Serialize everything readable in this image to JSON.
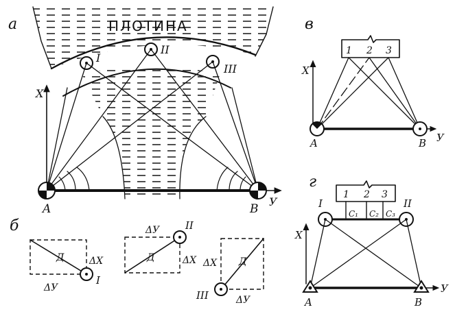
{
  "panel_a": {
    "letter": "а",
    "dam_label": "ПЛОТИНА",
    "stations": [
      "I",
      "II",
      "III"
    ],
    "point_a": "A",
    "point_b": "B",
    "axis_x": "X",
    "axis_y": "У"
  },
  "panel_b": {
    "letter": "б",
    "box1": {
      "dx": "ΔХ",
      "dy": "ΔУ",
      "d": "Д",
      "station": "I"
    },
    "box2": {
      "dx": "ΔХ",
      "dy": "ΔУ",
      "d": "Д",
      "station": "II"
    },
    "box3": {
      "dx": "ΔХ",
      "dy": "ΔУ",
      "d": "Д",
      "station": "III"
    }
  },
  "panel_v": {
    "letter": "в",
    "targets": [
      "1",
      "2",
      "3"
    ],
    "point_a": "A",
    "point_b": "B",
    "axis_x": "Х",
    "axis_y": "У"
  },
  "panel_g": {
    "letter": "г",
    "targets": [
      "1",
      "2",
      "3"
    ],
    "offsets": [
      "С₁",
      "С₂",
      "С₃"
    ],
    "station_left": "I",
    "station_right": "II",
    "point_a": "A",
    "point_b": "B",
    "axis_x": "Х",
    "axis_y": "У"
  }
}
